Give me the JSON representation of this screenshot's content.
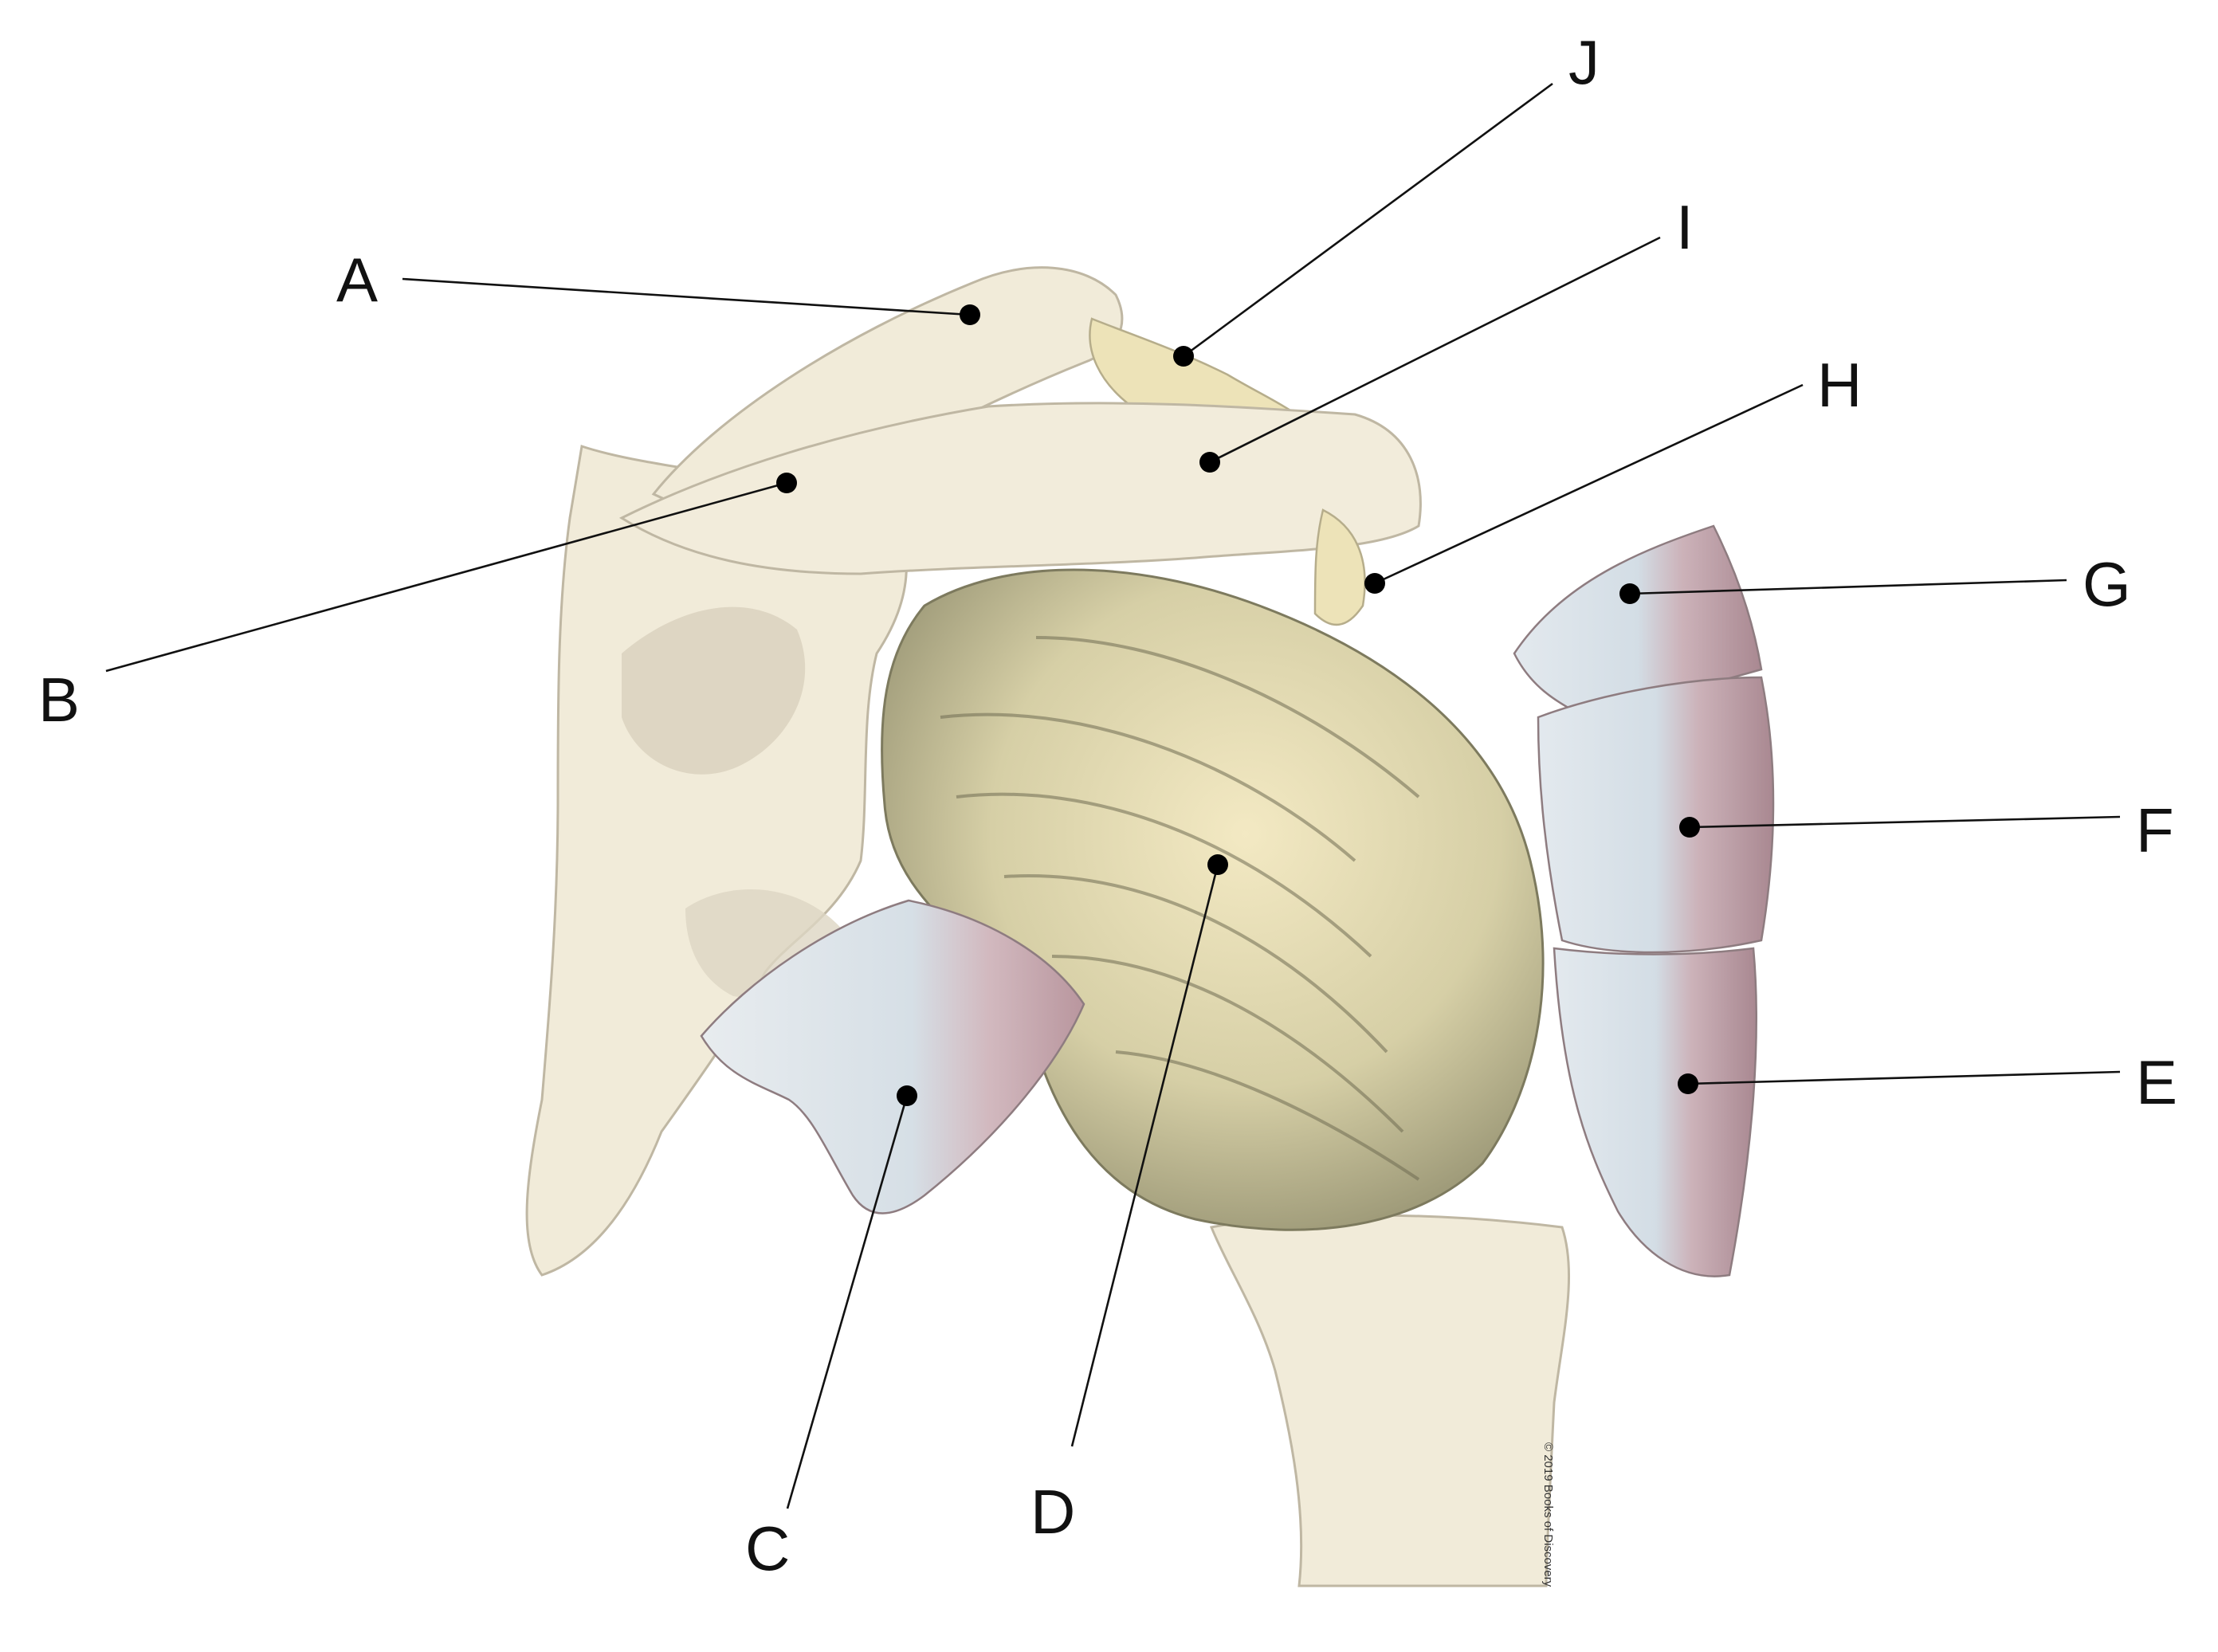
{
  "diagram": {
    "labels": [
      {
        "id": "A",
        "text": "A"
      },
      {
        "id": "B",
        "text": "B"
      },
      {
        "id": "C",
        "text": "C"
      },
      {
        "id": "D",
        "text": "D"
      },
      {
        "id": "E",
        "text": "E"
      },
      {
        "id": "F",
        "text": "F"
      },
      {
        "id": "G",
        "text": "G"
      },
      {
        "id": "H",
        "text": "H"
      },
      {
        "id": "I",
        "text": "I"
      },
      {
        "id": "J",
        "text": "J"
      }
    ],
    "copyright": "© 2019 Books of Discovery",
    "colors": {
      "bone": "#f1ebd9",
      "bone_shadow": "#d9d1bd",
      "ligament": "#ede3b8",
      "capsule_dark": "#8b8868",
      "tendon": "#dbe2e8",
      "muscle": "#c9aeb4",
      "ink": "#111111"
    }
  }
}
